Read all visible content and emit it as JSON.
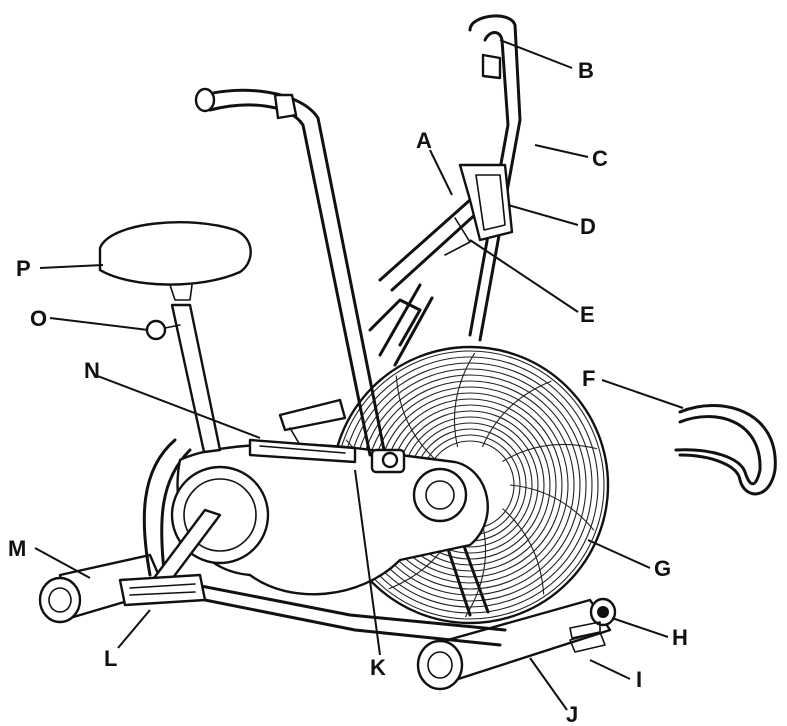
{
  "labels": {
    "A": "A",
    "B": "B",
    "C": "C",
    "D": "D",
    "E": "E",
    "F": "F",
    "G": "G",
    "H": "H",
    "I": "I",
    "J": "J",
    "K": "K",
    "L": "L",
    "M": "M",
    "N": "N",
    "O": "O",
    "P": "P"
  }
}
